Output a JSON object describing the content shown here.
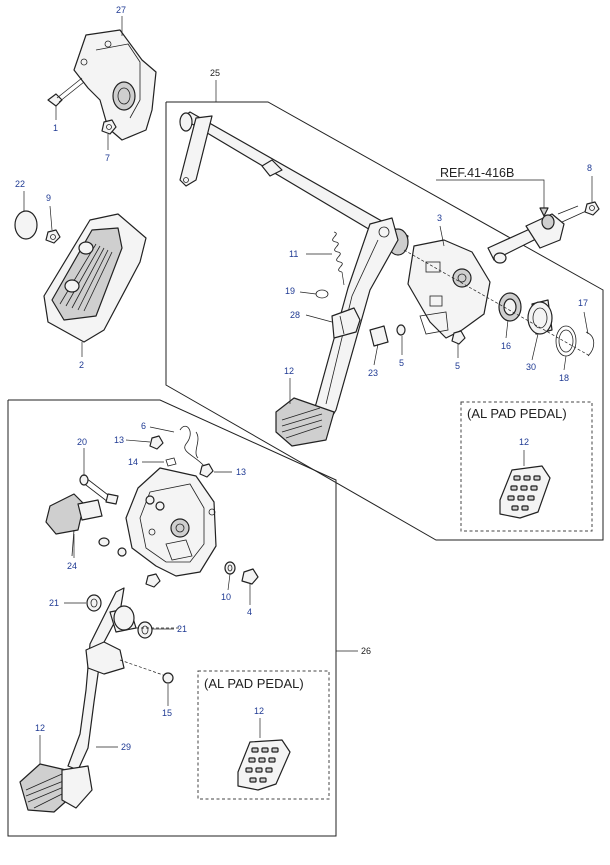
{
  "callouts": {
    "c27": "27",
    "c25": "25",
    "c1": "1",
    "c7": "7",
    "c22": "22",
    "c9": "9",
    "c2": "2",
    "c8": "8",
    "c3": "3",
    "c11": "11",
    "c19": "19",
    "c28": "28",
    "c12a": "12",
    "c23": "23",
    "c5a": "5",
    "c5b": "5",
    "c16": "16",
    "c30": "30",
    "c18": "18",
    "c17": "17",
    "c12b": "12",
    "c6": "6",
    "c13a": "13",
    "c20": "20",
    "c14": "14",
    "c13b": "13",
    "c24": "24",
    "c10": "10",
    "c4": "4",
    "c21a": "21",
    "c21b": "21",
    "c26": "26",
    "c15": "15",
    "c12c": "12",
    "c29": "29",
    "c12d": "12"
  },
  "ref_label": "REF.41-416B",
  "al_pad_label_1": "(AL PAD PEDAL)",
  "al_pad_label_2": "(AL PAD PEDAL)"
}
